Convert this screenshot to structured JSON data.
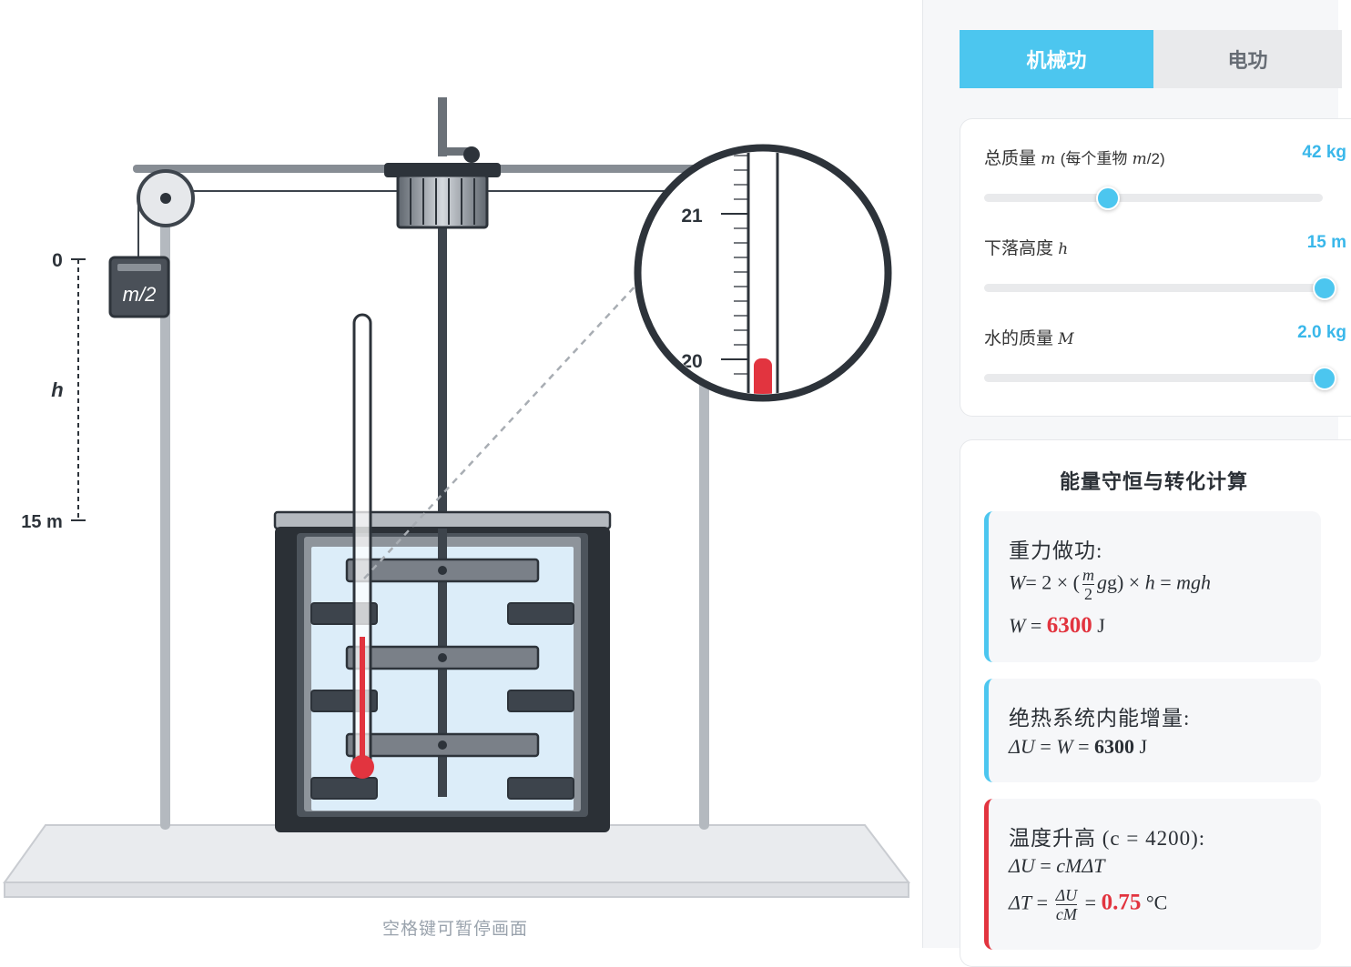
{
  "scene": {
    "weight_label": "m/2",
    "height_top_label": "0",
    "height_mid_label": "h",
    "height_bottom_label": "15 m",
    "zoom_upper_label": "21",
    "zoom_lower_label": "20",
    "pause_hint": "空格键可暂停画面"
  },
  "tabs": [
    {
      "label": "机械功",
      "active": true
    },
    {
      "label": "电功",
      "active": false
    }
  ],
  "params": {
    "mass": {
      "label": "总质量",
      "symbol": "m",
      "sub": "(每个重物",
      "sub_symbol": "m",
      "sub_tail": "/2)",
      "value": "42 kg",
      "fraction": 0.36
    },
    "height": {
      "label": "下落高度",
      "symbol": "h",
      "value": "15 m",
      "fraction": 1.0
    },
    "water": {
      "label": "水的质量",
      "symbol": "M",
      "value": "2.0 kg",
      "fraction": 1.0
    }
  },
  "calc": {
    "title": "能量守恒与转化计算",
    "gravity": {
      "heading": "重力做功:",
      "eq_lhs": "W",
      "eq_mid1": "= 2 × (",
      "frac_num": "m",
      "frac_den": "2",
      "eq_mid2": "g) × ",
      "eq_h": "h",
      "eq_eq": " = ",
      "eq_rhs": "mgh",
      "result_lhs": "W",
      "result_eq": " = ",
      "result_value": "6300",
      "result_unit": " J"
    },
    "internal": {
      "heading": "绝热系统内能增量:",
      "lhs": "ΔU",
      "eq": " =  ",
      "w": "W",
      "eq2": " = ",
      "value": "6300",
      "unit": " J"
    },
    "temperature": {
      "heading": "温度升高 (c = 4200):",
      "eq1_lhs": "ΔU",
      "eq1_eq": " = ",
      "eq1_rhs": "cMΔT",
      "eq2_lhs": "ΔT",
      "eq2_eq": " = ",
      "frac_num": "ΔU",
      "frac_den": "cM",
      "eq2_eq2": " = ",
      "value": "0.75",
      "unit": " °C"
    }
  }
}
